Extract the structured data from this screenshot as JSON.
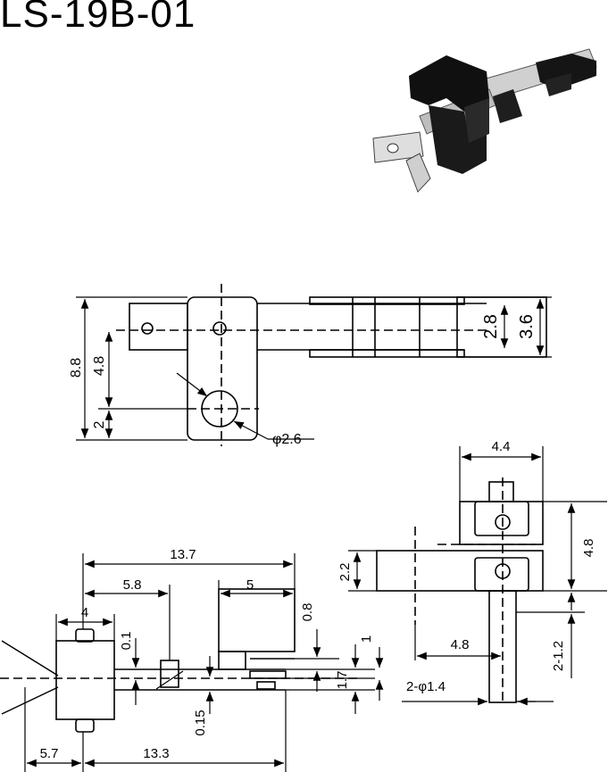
{
  "title": "LS-19B-01",
  "colors": {
    "line": "#000000",
    "photo_body": "#111111",
    "photo_metal": "#c8c8c8"
  },
  "top_view": {
    "dims": {
      "overall_height": "8.8",
      "hole_offset": "4.8",
      "base_offset": "2",
      "end_width_inner": "2.8",
      "end_width_outer": "3.6",
      "hole_diameter": "φ2.6"
    }
  },
  "side_view": {
    "dims": {
      "total_length": "13.7",
      "left_mount": "5.8",
      "right_block": "5",
      "body_width": "4",
      "gap_top": "0.1",
      "gap_right": "0.8",
      "thickness_a": "1",
      "thickness_b": "1.7",
      "gap_bottom": "0.15",
      "left_offset": "5.7",
      "main_length": "13.3"
    }
  },
  "end_view": {
    "dims": {
      "width": "4.4",
      "height": "4.8",
      "slot_height": "2.2",
      "pin_offset": "4.8",
      "pin_pitch": "2-1.2",
      "pin_hole": "2-φ1.4"
    }
  }
}
